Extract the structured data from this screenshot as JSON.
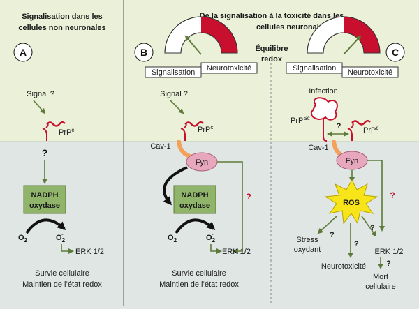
{
  "colors": {
    "top_bg": "#eaf1d8",
    "bottom_bg": "#dfe6e4",
    "green_arrow": "#5e7a3a",
    "nadph_box": "#8fb46a",
    "prp_red": "#c8102e",
    "fyn_pink": "#e7a7bd",
    "cav_orange": "#f4a15c",
    "ros_yellow": "#f7e51a",
    "gauge_red": "#c8102e"
  },
  "panel_a": {
    "title_line1": "Signalisation dans les",
    "title_line2": "cellules non neuronales",
    "letter": "A",
    "signal": "Signal ?",
    "prp": "PrP",
    "prp_sup": "c",
    "qmark": "?",
    "nadph_line1": "NADPH",
    "nadph_line2": "oxydase",
    "o2": "O",
    "o2_sub": "2",
    "o2r": "O",
    "o2r_sub": "2",
    "o2r_sup": "-",
    "erk": "ERK 1/2",
    "outcome_line1": "Survie cellulaire",
    "outcome_line2": "Maintien de l’état redox"
  },
  "header_bc": {
    "title_line1": "De la signalisation à la toxicité dans les",
    "title_line2": "cellules neuronales",
    "equilibre_line1": "Équilibre",
    "equilibre_line2": "redox"
  },
  "panel_b": {
    "letter": "B",
    "gauge_left": "Signalisation",
    "gauge_right": "Neurotoxicité",
    "signal": "Signal ?",
    "prp": "PrP",
    "prp_sup": "c",
    "cav": "Cav-1",
    "fyn": "Fyn",
    "qmark_red": "?",
    "nadph_line1": "NADPH",
    "nadph_line2": "oxydase",
    "o2": "O",
    "o2_sub": "2",
    "o2r": "O",
    "o2r_sub": "2",
    "o2r_sup": "-",
    "erk": "ERK 1/2",
    "outcome_line1": "Survie cellulaire",
    "outcome_line2": "Maintien de l’état redox"
  },
  "panel_c": {
    "letter": "C",
    "gauge_left": "Signalisation",
    "gauge_right": "Neurotoxicité",
    "infection": "Infection",
    "prpsc": "PrP",
    "prpsc_sup": "Sc",
    "prp": "PrP",
    "prp_sup": "c",
    "qmark": "?",
    "cav": "Cav-1",
    "fyn": "Fyn",
    "qmark_red": "?",
    "ros": "ROS",
    "stress_line1": "Stress",
    "stress_line2": "oxydant",
    "neurotox": "Neurotoxicité",
    "erk": "ERK 1/2",
    "mort_line1": "Mort",
    "mort_line2": "cellulaire",
    "q1": "?",
    "q2": "?",
    "q3": "?",
    "q4": "?"
  }
}
